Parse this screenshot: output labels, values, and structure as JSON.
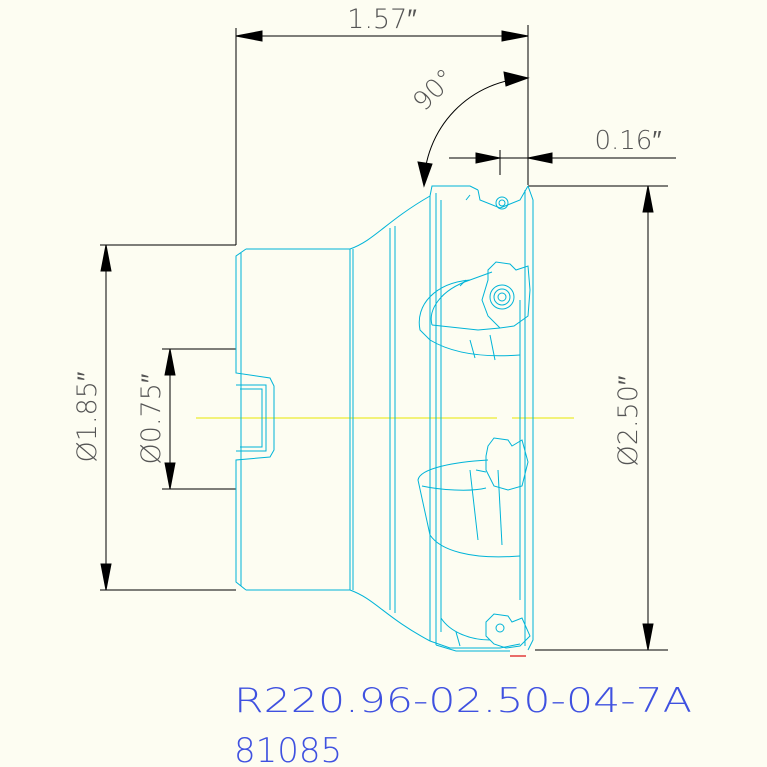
{
  "drawing": {
    "dimensions": {
      "overall_length": "1.57″",
      "angle": "90°",
      "insert_offset": "0.16″",
      "shank_diameter": "Ø1.85″",
      "bore_diameter": "Ø0.75″",
      "cutter_diameter": "Ø2.50″"
    },
    "part_number": "R220.96-02.50-04-7A",
    "item_code": "81085"
  },
  "colors": {
    "background": "#fdfdf2",
    "part_outline": "#00b4d8",
    "dimension_lines": "#000000",
    "dimension_text": "#555555",
    "centerline": "#e6e600",
    "label_text": "#3f51e0",
    "accent": "#e23b3b"
  }
}
